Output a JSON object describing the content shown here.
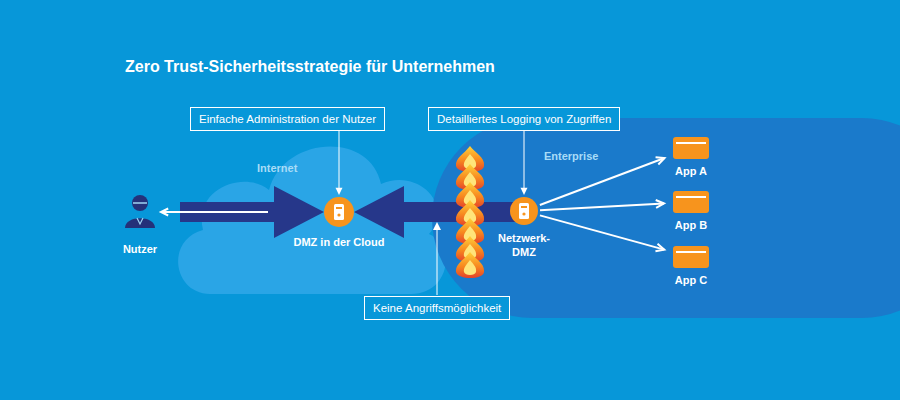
{
  "diagram": {
    "title": "Zero Trust-Sicherheitsstrategie für Unternehmen",
    "nodes": [
      {
        "text": [
          "Einfache Administration der Nutzer"
        ]
      },
      {
        "text": [
          "Detailliertes Logging von Zugriffen"
        ]
      },
      {
        "text": [
          "Nutzer"
        ]
      },
      {
        "text": [
          "Internet"
        ]
      },
      {
        "text": [
          "DMZ in der Cloud"
        ],
        "in": 3
      },
      {
        "text": [
          "Enterprise"
        ]
      },
      {
        "text": [
          "Netzwerk- DMZ"
        ],
        "in": 5
      },
      {
        "text": [
          "App A"
        ],
        "in": 5
      },
      {
        "text": [
          "App B"
        ],
        "in": 5
      },
      {
        "text": [
          "App C"
        ],
        "in": 5
      },
      {
        "text": [
          "Keine Angriffsmöglichkeit"
        ]
      }
    ],
    "edges": [
      {
        "from": 2,
        "to": 4,
        "arrow": "both"
      },
      {
        "from": 6,
        "to": 4,
        "arrow": "to"
      },
      {
        "from": 6,
        "to": 7,
        "arrow": "to"
      },
      {
        "from": 6,
        "to": 8,
        "arrow": "to"
      },
      {
        "from": 6,
        "to": 9,
        "arrow": "to"
      },
      {
        "from": 0,
        "to": 4,
        "arrow": "to"
      },
      {
        "from": 1,
        "to": 6,
        "arrow": "to"
      }
    ]
  }
}
